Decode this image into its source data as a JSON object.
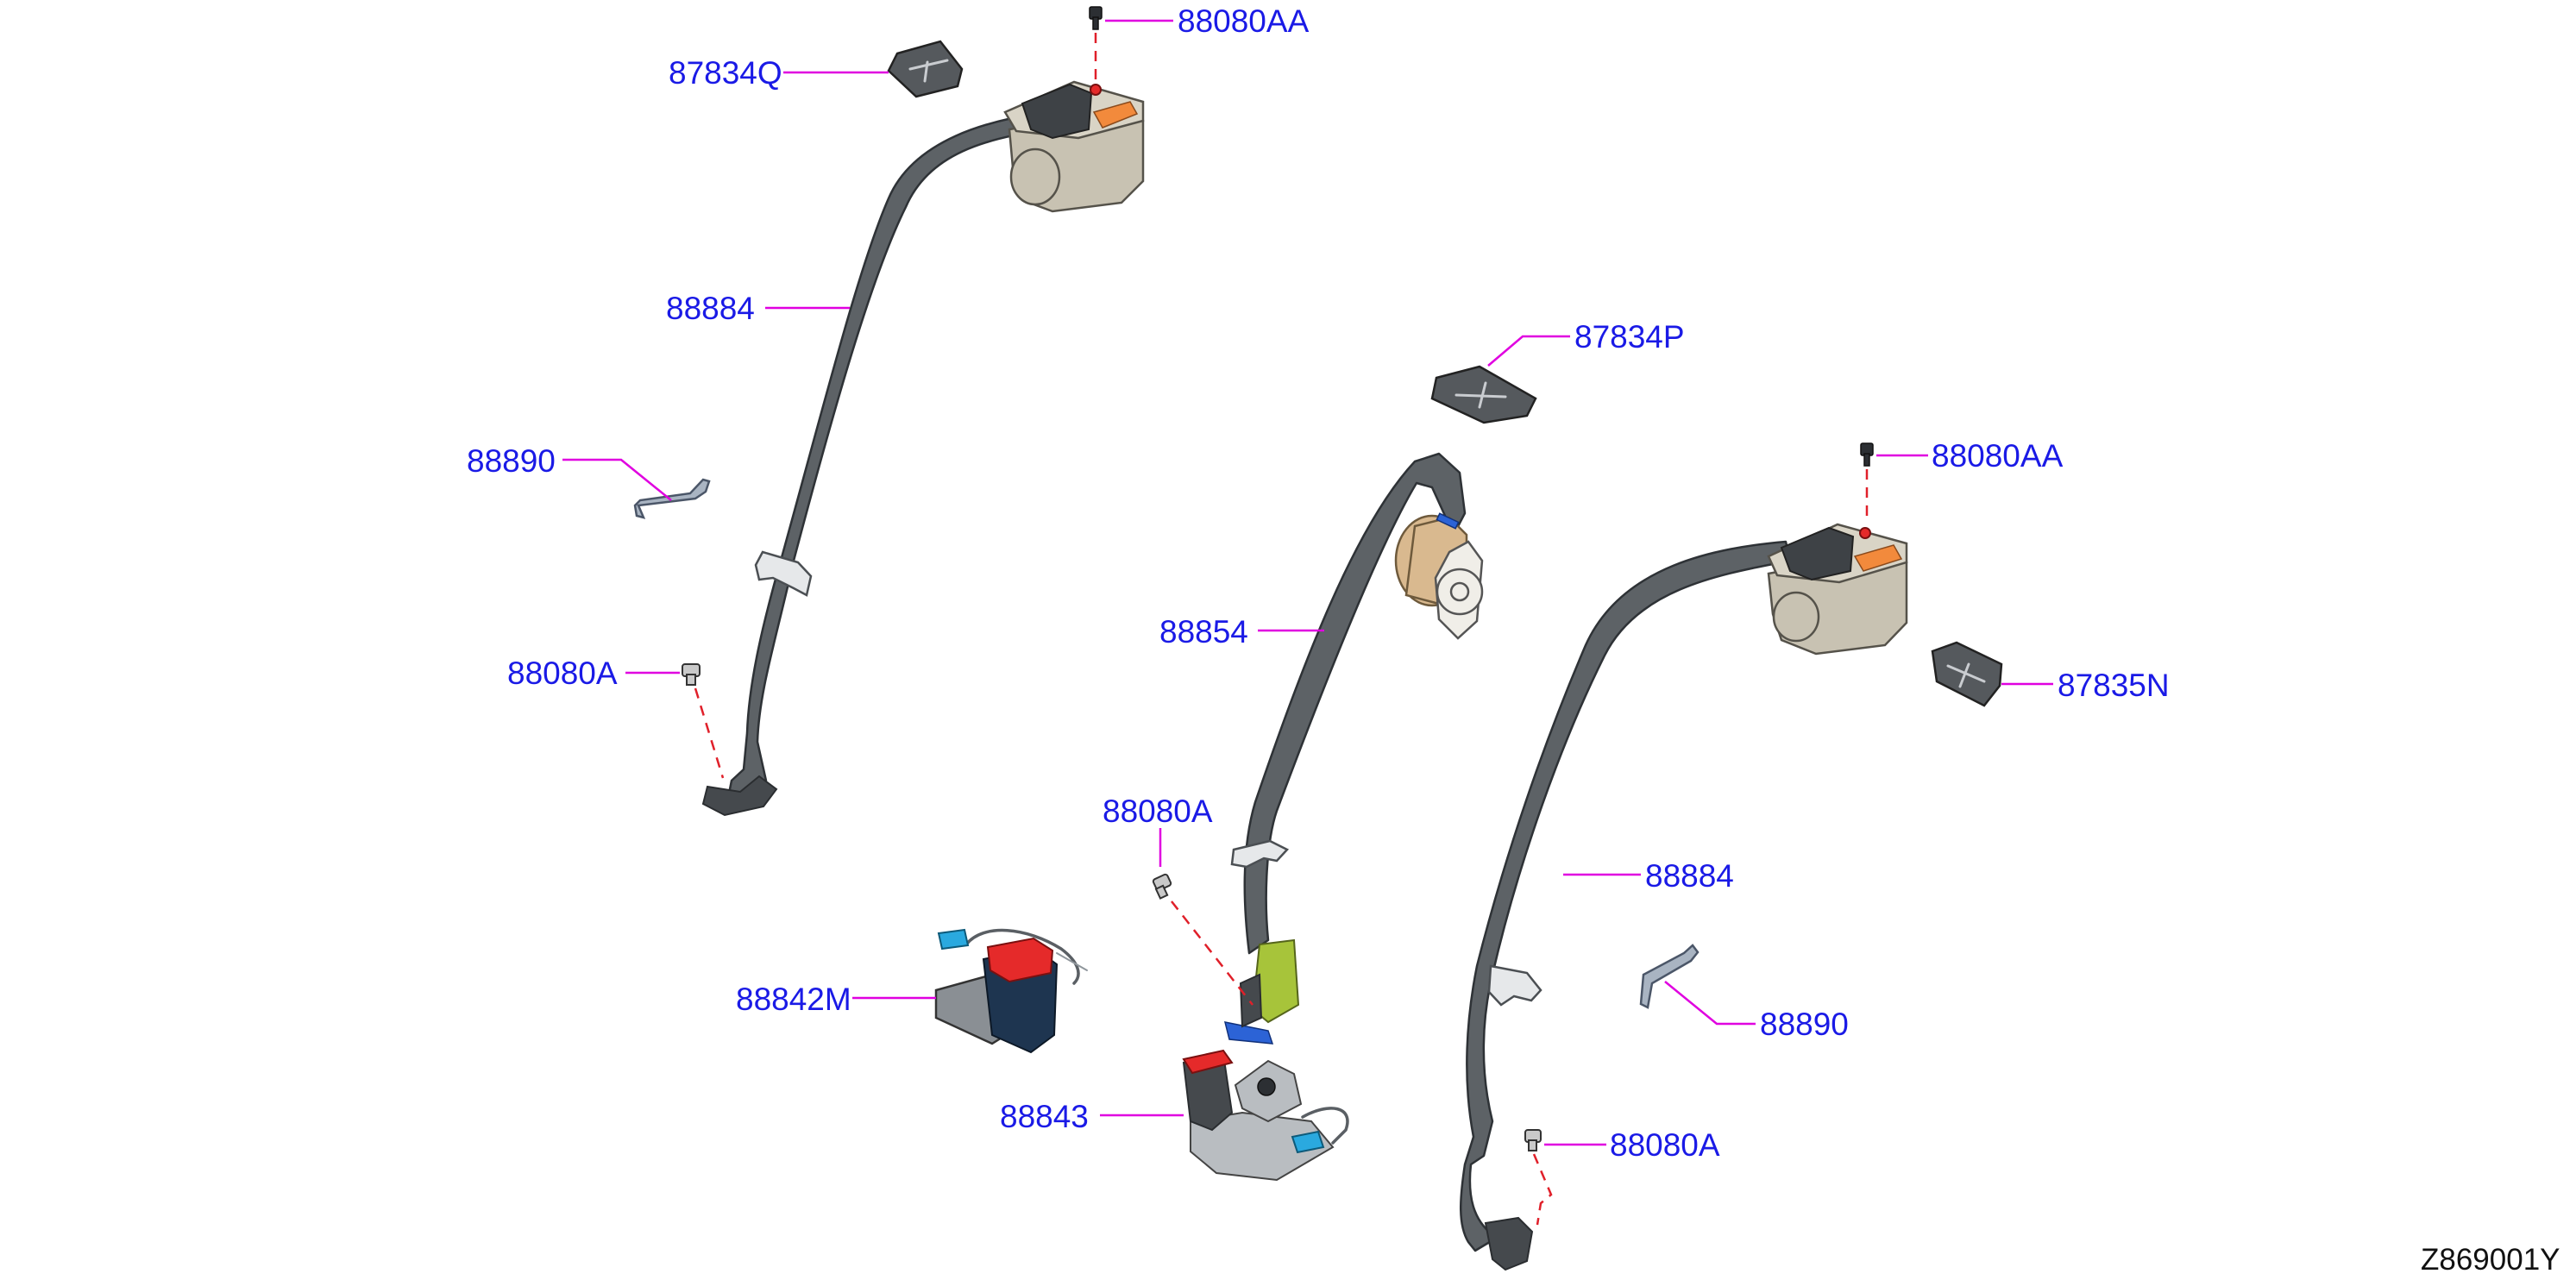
{
  "diagram": {
    "reference_code": "Z869001Y",
    "labels": {
      "p88080AA_top": "88080AA",
      "p87834Q": "87834Q",
      "p88884_left": "88884",
      "p88890_left": "88890",
      "p88080A_left": "88080A",
      "p87834P": "87834P",
      "p88080AA_right": "88080AA",
      "p88854": "88854",
      "p87835N": "87835N",
      "p88080A_center": "88080A",
      "p88884_right": "88884",
      "p88842M": "88842M",
      "p88890_right": "88890",
      "p88843": "88843",
      "p88080A_right": "88080A"
    },
    "colors": {
      "label": "#1a1ae6",
      "leader": "#e000e0",
      "dashed_axis": "#e0202a",
      "belt": "#5d6266",
      "retractor_housing": "#c8c2b2",
      "buckle_button": "#e52a2a",
      "connector": "#2aa9df"
    }
  }
}
